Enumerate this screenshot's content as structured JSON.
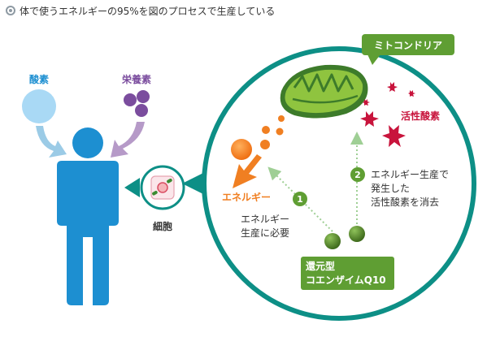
{
  "header": {
    "title": "体で使うエネルギーの95%を図のプロセスで生産している"
  },
  "labels": {
    "oxygen": "酸素",
    "nutrients": "栄養素",
    "cell": "細胞",
    "mitochondria": "ミトコンドリア",
    "energy": "エネルギー",
    "active_oxygen": "活性酸素",
    "coq10": {
      "line1": "還元型",
      "line2": "コエンザイムQ10"
    }
  },
  "steps": [
    {
      "number": "1",
      "lines": [
        "エネルギー",
        "生産に必要"
      ]
    },
    {
      "number": "2",
      "lines": [
        "エネルギー生産で",
        "発生した",
        "活性酸素を消去"
      ]
    }
  ],
  "colors": {
    "blue": "#1d8fd1",
    "light_blue": "#a9d9f5",
    "purple": "#7b4d9e",
    "teal": "#0d8f86",
    "green": "#6ba538",
    "dark_green": "#3f6b1c",
    "orange": "#f07f22",
    "crimson": "#c8143c",
    "text": "#333333"
  }
}
